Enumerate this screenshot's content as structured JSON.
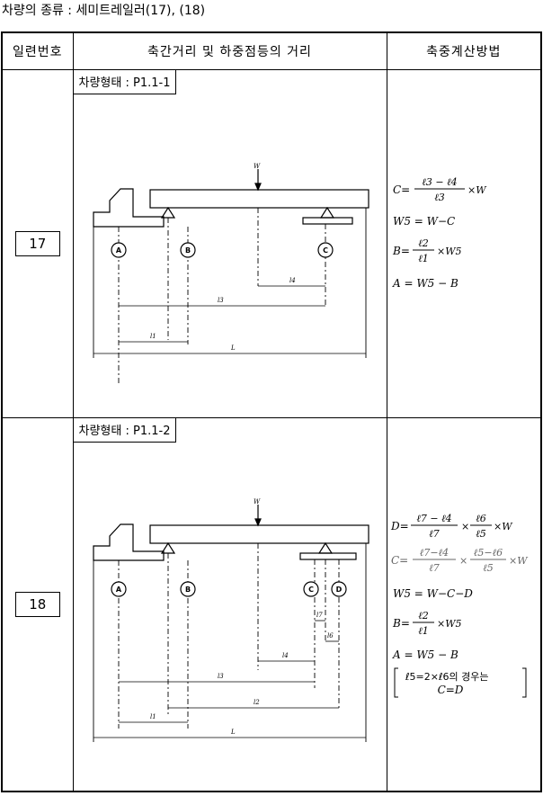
{
  "title": "차량의 종류 : 세미트레일러(17), (18)",
  "headers": [
    "일련번호",
    "축간거리 및 하중점등의 거리",
    "축중계산방법"
  ],
  "rows": [
    {
      "number": "17",
      "vehicle_tag": "차량형태 : P1.1-1",
      "diagram": {
        "load": "W",
        "axles": [
          "A",
          "B",
          "C"
        ],
        "dims": [
          "l4",
          "l3",
          "l1",
          "L"
        ]
      },
      "formulas": {
        "f1_lhs": "C=",
        "f1_num": "ℓ3 − ℓ4",
        "f1_den": "ℓ3",
        "f1_tail": "×W",
        "f2": "W5 = W−C",
        "f3_lhs": "B=",
        "f3_num": "ℓ2",
        "f3_den": "ℓ1",
        "f3_tail": "×W5",
        "f4": "A = W5 − B"
      }
    },
    {
      "number": "18",
      "vehicle_tag": "차량형태 : P1.1-2",
      "diagram": {
        "load": "W",
        "axles": [
          "A",
          "B",
          "C",
          "D"
        ],
        "dims": [
          "l7",
          "l6",
          "l4",
          "l3",
          "l2",
          "l1",
          "L"
        ]
      },
      "formulas": {
        "f1_lhs": "D=",
        "f1_num": "ℓ7 − ℓ4",
        "f1_den": "ℓ7",
        "f1_mid": "×",
        "f1_num2": "ℓ6",
        "f1_den2": "ℓ5",
        "f1_tail": "×W",
        "f2_lhs": "C=",
        "f2_num": "ℓ7−ℓ4",
        "f2_den": "ℓ7",
        "f2_mid": "×",
        "f2_num2": "ℓ5−ℓ6",
        "f2_den2": "ℓ5",
        "f2_tail": "×W",
        "f3": "W5 = W−C−D",
        "f4_lhs": "B=",
        "f4_num": "ℓ2",
        "f4_den": "ℓ1",
        "f4_tail": "×W5",
        "f5": "A = W5 − B",
        "note_line1": "ℓ5=2×ℓ6의 경우는",
        "note_line2": "C=D"
      }
    }
  ]
}
